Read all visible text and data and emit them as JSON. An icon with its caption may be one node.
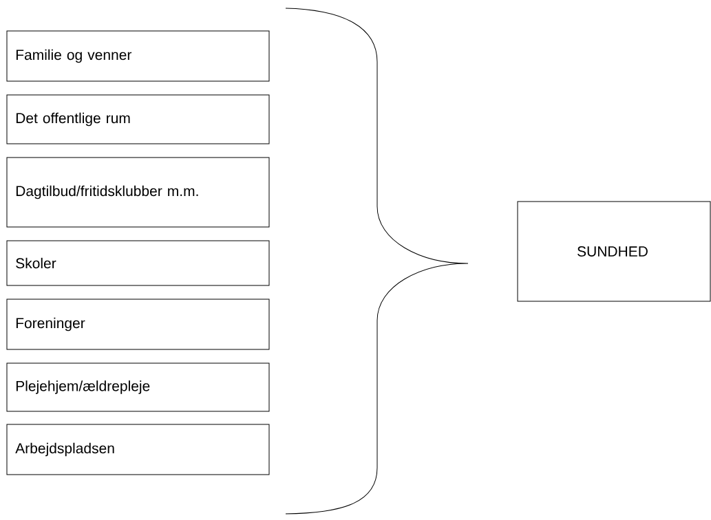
{
  "diagram": {
    "nodes": [
      {
        "text": [
          "Familie og venner"
        ]
      },
      {
        "text": [
          "Det offentlige rum"
        ]
      },
      {
        "text": [
          "Dagtilbud/fritidsklubber m.m."
        ]
      },
      {
        "text": [
          "Skoler"
        ]
      },
      {
        "text": [
          "Foreninger"
        ]
      },
      {
        "text": [
          "Plejehjem/ældrepleje"
        ]
      },
      {
        "text": [
          "Arbejdspladsen"
        ]
      },
      {
        "text": [
          "SUNDHED"
        ]
      }
    ]
  }
}
